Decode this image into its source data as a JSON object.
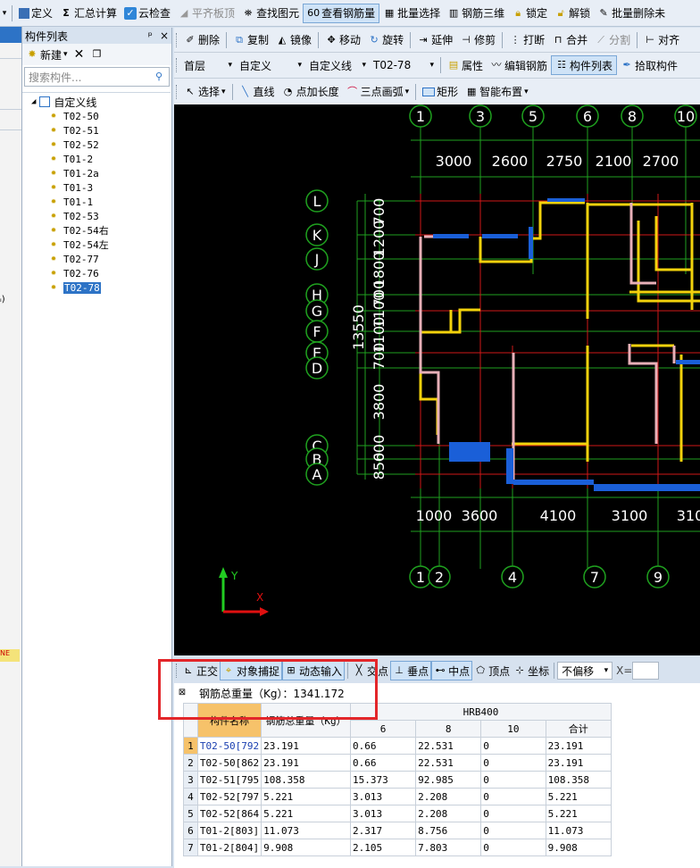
{
  "toolbar_top": {
    "items": [
      {
        "label": "定义",
        "icon": "define-icon"
      },
      {
        "label": "汇总计算",
        "icon": "sigma-icon"
      },
      {
        "label": "云检查",
        "icon": "cloud-check-icon"
      },
      {
        "label": "平齐板顶",
        "icon": "align-slab-icon",
        "disabled": true
      },
      {
        "label": "查找图元",
        "icon": "binoculars-icon"
      },
      {
        "label": "查看钢筋量",
        "icon": "view-rebar-icon",
        "selected": true
      },
      {
        "label": "批量选择",
        "icon": "batch-select-icon"
      },
      {
        "label": "钢筋三维",
        "icon": "rebar-3d-icon"
      },
      {
        "label": "锁定",
        "icon": "lock-icon"
      },
      {
        "label": "解锁",
        "icon": "unlock-icon"
      },
      {
        "label": "批量删除未",
        "icon": "batch-delete-icon"
      }
    ]
  },
  "toolbar_edit": {
    "items": [
      "删除",
      "复制",
      "镜像",
      "移动",
      "旋转",
      "延伸",
      "修剪",
      "打断",
      "合并",
      "分割",
      "对齐"
    ]
  },
  "toolbar_layer": {
    "floor": "首层",
    "type": "自定义",
    "subtype": "自定义线",
    "component": "T02-78",
    "buttons": [
      "属性",
      "编辑钢筋",
      "构件列表",
      "拾取构件"
    ]
  },
  "toolbar_draw": {
    "items": [
      "选择",
      "直线",
      "点加长度",
      "三点画弧",
      "矩形",
      "智能布置"
    ]
  },
  "panel": {
    "title": "构件列表",
    "pin": "ᵖ",
    "close": "×",
    "new_label": "新建",
    "search_placeholder": "搜索构件...",
    "tree_root": "自定义线",
    "items": [
      "T02-50",
      "T02-51",
      "T02-52",
      "T01-2",
      "T01-2a",
      "T01-3",
      "T01-1",
      "T02-53",
      "T02-54右",
      "T02-54左",
      "T02-77",
      "T02-76",
      "T02-78"
    ],
    "selected": "T02-78"
  },
  "canvas": {
    "top_axes": [
      "1",
      "3",
      "5",
      "6",
      "8",
      "10"
    ],
    "top_dims": [
      "3000",
      "2600",
      "2750",
      "2100",
      "2700"
    ],
    "bottom_axes": [
      "1",
      "2",
      "4",
      "7",
      "9"
    ],
    "bottom_dims": [
      "1000",
      "3600",
      "4100",
      "3100",
      "310"
    ],
    "left_axes": [
      "L",
      "K",
      "J",
      "H",
      "G",
      "F",
      "E",
      "D",
      "C",
      "B",
      "A"
    ],
    "left_dims": [
      "700",
      "1200",
      "1800",
      "700",
      "1100",
      "1100",
      "700",
      "3800",
      "600",
      "850"
    ],
    "total_dim": "13550"
  },
  "statusbar": {
    "items": [
      "正交",
      "对象捕捉",
      "动态输入",
      "交点",
      "垂点",
      "中点",
      "顶点",
      "坐标"
    ],
    "offset": "不偏移",
    "x_label": "X="
  },
  "result": {
    "total_label": "钢筋总重量（Kg）：1341.172",
    "headers": {
      "name": "构件名称",
      "total": "钢筋总重量（Kg）",
      "group": "HRB400",
      "d6": "6",
      "d8": "8",
      "d10": "10",
      "sum": "合计"
    },
    "rows": [
      {
        "no": "1",
        "name": "T02-50[792",
        "total": "23.191",
        "d6": "0.66",
        "d8": "22.531",
        "d10": "0",
        "sum": "23.191"
      },
      {
        "no": "2",
        "name": "T02-50[862",
        "total": "23.191",
        "d6": "0.66",
        "d8": "22.531",
        "d10": "0",
        "sum": "23.191"
      },
      {
        "no": "3",
        "name": "T02-51[795",
        "total": "108.358",
        "d6": "15.373",
        "d8": "92.985",
        "d10": "0",
        "sum": "108.358"
      },
      {
        "no": "4",
        "name": "T02-52[797",
        "total": "5.221",
        "d6": "3.013",
        "d8": "2.208",
        "d10": "0",
        "sum": "5.221"
      },
      {
        "no": "5",
        "name": "T02-52[864",
        "total": "5.221",
        "d6": "3.013",
        "d8": "2.208",
        "d10": "0",
        "sum": "5.221"
      },
      {
        "no": "6",
        "name": "T01-2[803]",
        "total": "11.073",
        "d6": "2.317",
        "d8": "8.756",
        "d10": "0",
        "sum": "11.073"
      },
      {
        "no": "7",
        "name": "T01-2[804]",
        "total": "9.908",
        "d6": "2.105",
        "d8": "7.803",
        "d10": "0",
        "sum": "9.908"
      }
    ]
  }
}
